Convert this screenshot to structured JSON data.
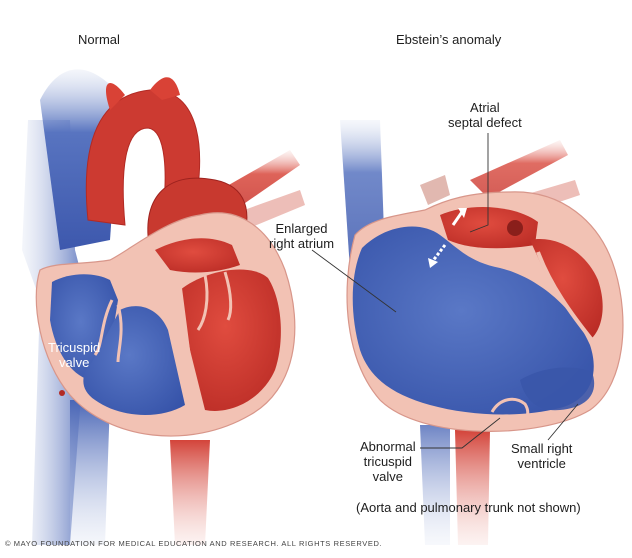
{
  "panels": {
    "normal": {
      "title": "Normal"
    },
    "ebstein": {
      "title": "Ebstein’s anomaly"
    }
  },
  "labels": {
    "tricuspid_valve": [
      "Tricuspid",
      "valve"
    ],
    "atrial_septal_defect": [
      "Atrial",
      "septal defect"
    ],
    "enlarged_right_atrium": [
      "Enlarged",
      "right atrium"
    ],
    "abnormal_tricuspid_valve": [
      "Abnormal",
      "tricuspid",
      "valve"
    ],
    "small_right_ventricle": [
      "Small right",
      "ventricle"
    ]
  },
  "note": "(Aorta and pulmonary trunk not shown)",
  "copyright": "© MAYO FOUNDATION FOR MEDICAL EDUCATION AND RESEARCH. ALL RIGHTS RESERVED.",
  "colors": {
    "oxygenated": "#d63a32",
    "deoxygenated": "#4060b8",
    "wall": "#f2c2b4",
    "vessel_faded": "#c9d3ea"
  }
}
